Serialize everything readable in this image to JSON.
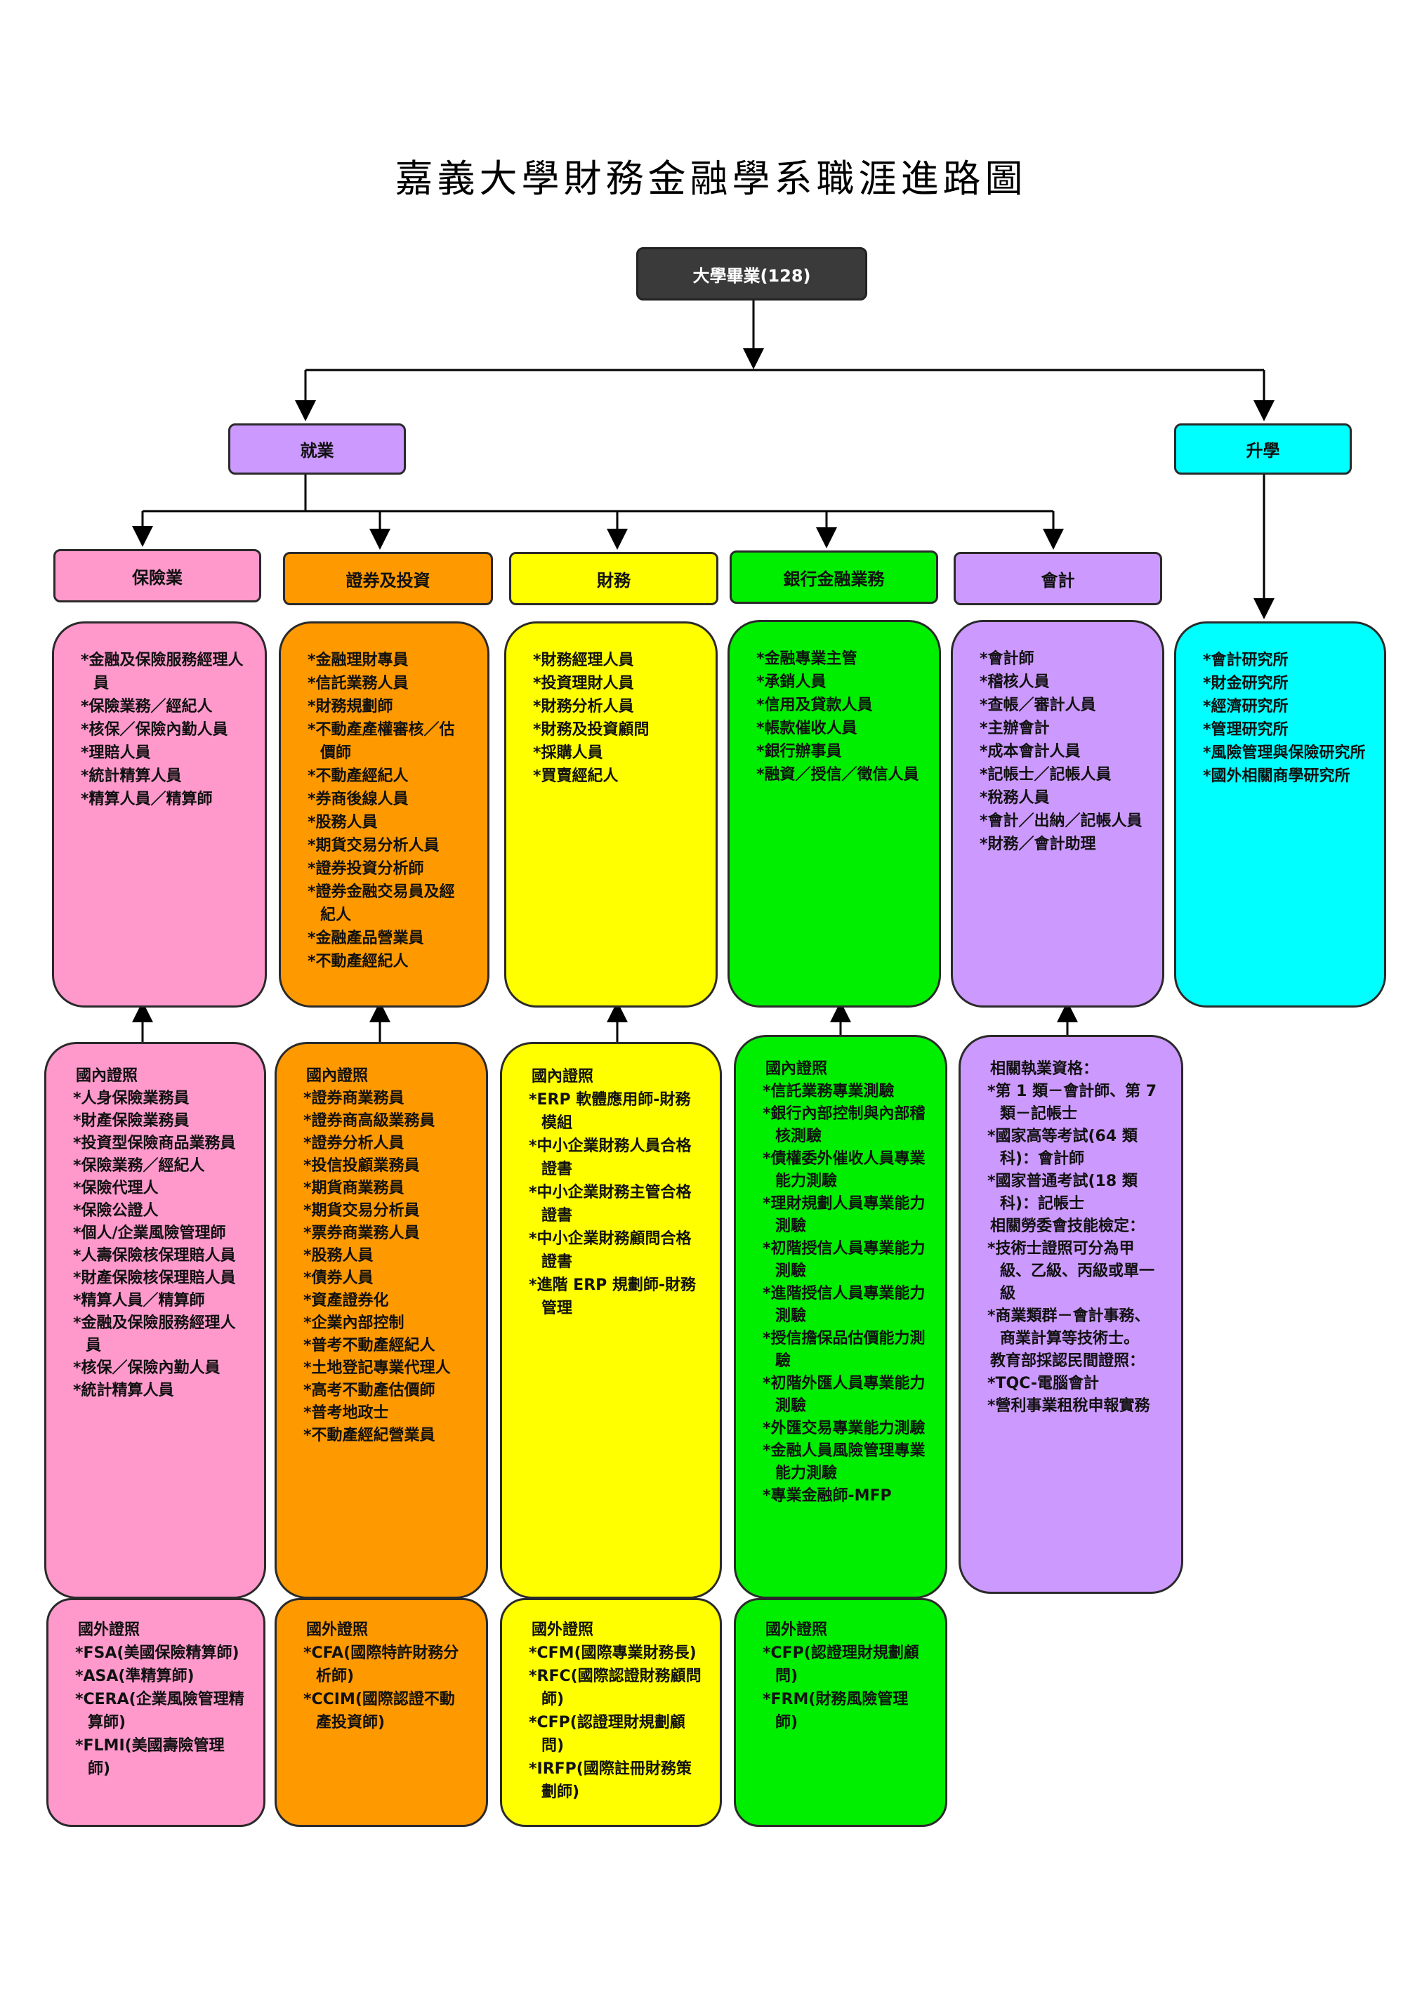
{
  "title": "嘉義大學財務金融學系職涯進路圖",
  "colors": {
    "root": "#3a3a3a",
    "insurance": "#ff99cc",
    "securities": "#ff9900",
    "finance": "#ffff00",
    "banking": "#00ee00",
    "accounting": "#cc99ff",
    "further_study": "#00ffff"
  },
  "root": "大學畢業(128)",
  "branches": {
    "employment": "就業",
    "further_study": "升學"
  },
  "categories": [
    {
      "key": "insurance",
      "label": "保險業",
      "jobs": [
        "*金融及保險服務經理人員",
        "*保險業務／經紀人",
        "*核保／保險內勤人員",
        "*理賠人員",
        "*統計精算人員",
        "*精算人員／精算師"
      ],
      "domestic_header": "國內證照",
      "domestic": [
        "*人身保險業務員",
        "*財產保險業務員",
        "*投資型保險商品業務員",
        "*保險業務／經紀人",
        "*保險代理人",
        "*保險公證人",
        "*個人/企業風險管理師",
        "*人壽保險核保理賠人員",
        "*財產保險核保理賠人員",
        "*精算人員／精算師",
        "*金融及保險服務經理人員",
        "*核保／保險內勤人員",
        "*統計精算人員"
      ],
      "foreign_header": "國外證照",
      "foreign": [
        "*FSA(美國保險精算師)",
        "*ASA(準精算師)",
        "*CERA(企業風險管理精算師)",
        "*FLMI(美國壽險管理師)"
      ]
    },
    {
      "key": "securities",
      "label": "證券及投資",
      "jobs": [
        "*金融理財專員",
        "*信託業務人員",
        "*財務規劃師",
        "*不動產產權審核／估價師",
        "*不動產經紀人",
        "*券商後線人員",
        "*股務人員",
        "*期貨交易分析人員",
        "*證券投資分析師",
        "*證券金融交易員及經紀人",
        "*金融產品營業員",
        "*不動產經紀人"
      ],
      "domestic_header": "國內證照",
      "domestic": [
        "*證券商業務員",
        "*證券商高級業務員",
        "*證券分析人員",
        "*投信投顧業務員",
        "*期貨商業務員",
        "*期貨交易分析員",
        "*票券商業務人員",
        "*股務人員",
        "*債券人員",
        "*資產證券化",
        "*企業內部控制",
        "*普考不動產經紀人",
        "*土地登記專業代理人",
        "*高考不動產估價師",
        "*普考地政士",
        "*不動產經紀營業員"
      ],
      "foreign_header": "國外證照",
      "foreign": [
        "*CFA(國際特許財務分析師)",
        "*CCIM(國際認證不動產投資師)"
      ]
    },
    {
      "key": "finance",
      "label": "財務",
      "jobs": [
        "*財務經理人員",
        "*投資理財人員",
        "*財務分析人員",
        "*財務及投資顧問",
        "*採購人員",
        "*買賣經紀人"
      ],
      "domestic_header": "國內證照",
      "domestic": [
        "*ERP 軟體應用師-財務模組",
        "*中小企業財務人員合格證書",
        "*中小企業財務主管合格證書",
        "*中小企業財務顧問合格證書",
        "*進階 ERP 規劃師-財務管理"
      ],
      "foreign_header": "國外證照",
      "foreign": [
        "*CFM(國際專業財務長)",
        "*RFC(國際認證財務顧問師)",
        "*CFP(認證理財規劃顧問)",
        "*IRFP(國際註冊財務策劃師)"
      ]
    },
    {
      "key": "banking",
      "label": "銀行金融業務",
      "jobs": [
        "*金融專業主管",
        "*承銷人員",
        "*信用及貸款人員",
        "*帳款催收人員",
        "*銀行辦事員",
        "*融資／授信／徵信人員"
      ],
      "domestic_header": "國內證照",
      "domestic": [
        "*信託業務專業測驗",
        "*銀行內部控制與內部稽核測驗",
        "*債權委外催收人員專業能力測驗",
        "*理財規劃人員專業能力測驗",
        "*初階授信人員專業能力測驗",
        "*進階授信人員專業能力測驗",
        "*授信擔保品估價能力測驗",
        "*初階外匯人員專業能力測驗",
        "*外匯交易專業能力測驗",
        "*金融人員風險管理專業能力測驗",
        "*專業金融師-MFP"
      ],
      "foreign_header": "國外證照",
      "foreign": [
        "*CFP(認證理財規劃顧問)",
        "*FRM(財務風險管理師)"
      ]
    },
    {
      "key": "accounting",
      "label": "會計",
      "jobs": [
        "*會計師",
        "*稽核人員",
        "*查帳／審計人員",
        "*主辦會計",
        "*成本會計人員",
        "*記帳士／記帳人員",
        "*稅務人員",
        "*會計／出納／記帳人員",
        "*財務／會計助理"
      ],
      "domestic": [
        "相關執業資格：",
        "*第 1 類－會計師、第 7 類－記帳士",
        "*國家高等考試(64 類科)：會計師",
        "*國家普通考試(18 類科)：記帳士",
        "相關勞委會技能檢定：",
        "*技術士證照可分為甲級、乙級、丙級或單一級",
        "*商業類群－會計事務、商業計算等技術士。",
        "教育部採認民間證照：",
        "*TQC-電腦會計",
        "*營利事業租稅申報實務"
      ]
    }
  ],
  "further_study_schools": [
    "*會計研究所",
    "*財金研究所",
    "*經濟研究所",
    "*管理研究所",
    "*風險管理與保險研究所",
    "*國外相關商學研究所"
  ]
}
